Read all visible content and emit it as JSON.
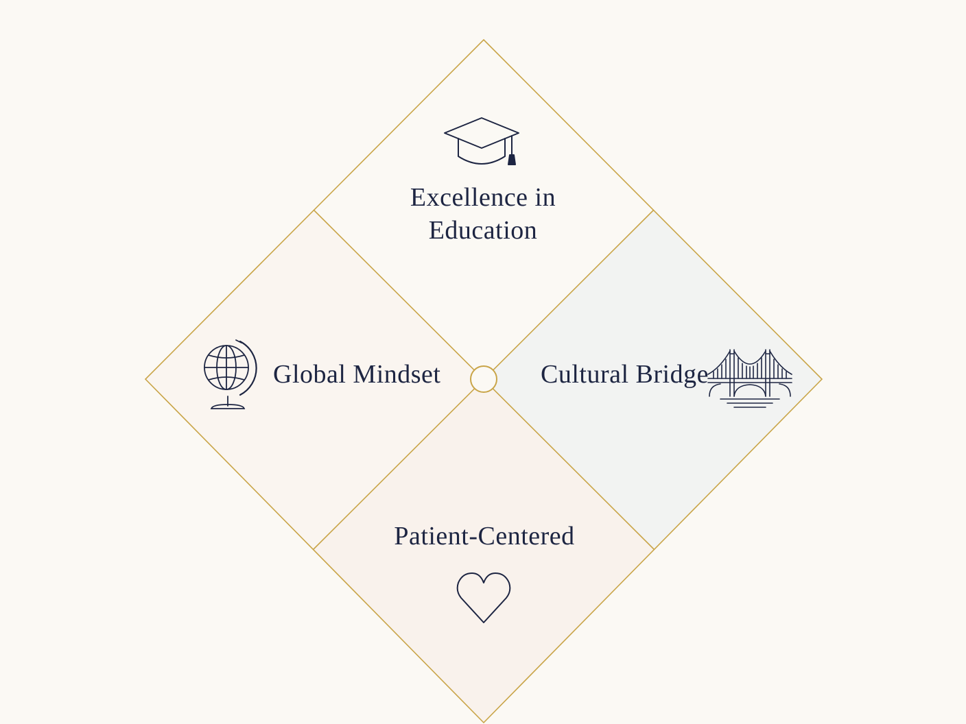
{
  "quadrants": {
    "top": {
      "label_line1": "Excellence in",
      "label_line2": "Education",
      "icon": "graduation-cap-icon"
    },
    "left": {
      "label": "Global Mindset",
      "icon": "globe-icon"
    },
    "right": {
      "label": "Cultural Bridge",
      "icon": "bridge-icon"
    },
    "bottom": {
      "label": "Patient-Centered",
      "icon": "heart-icon"
    }
  },
  "colors": {
    "background": "#fbf9f4",
    "frame": "#c9a548",
    "text": "#1d2542",
    "right_fill": "#f2f3f2",
    "left_fill": "#faf5f0",
    "bottom_fill": "#f9f2ec"
  }
}
